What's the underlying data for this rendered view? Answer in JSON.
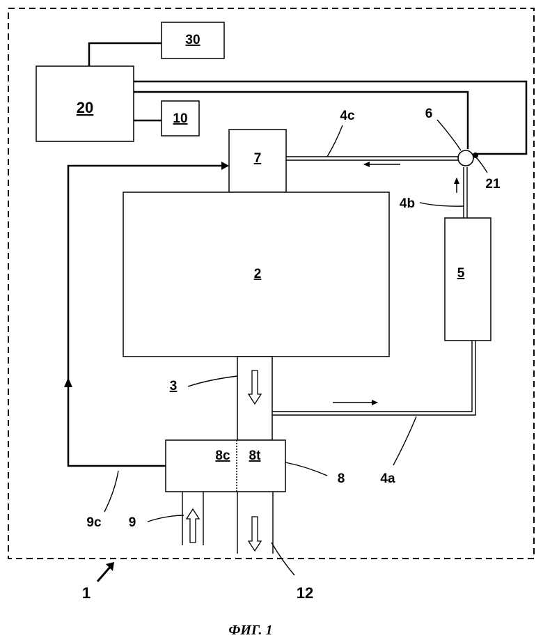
{
  "figure": {
    "caption": "ФИГ. 1",
    "labels": {
      "system": "1",
      "engine": "2",
      "exhaust_line": "3",
      "pipe_4a": "4a",
      "pipe_4b": "4b",
      "pipe_4c": "4c",
      "unit_5": "5",
      "valve_6": "6",
      "intake_7": "7",
      "turbo_8": "8",
      "compressor_8c": "8c",
      "turbine_8t": "8t",
      "intake_9": "9",
      "line_9c": "9c",
      "unit_10": "10",
      "outlet_12": "12",
      "controller_20": "20",
      "actuator_21": "21",
      "unit_30": "30"
    }
  }
}
